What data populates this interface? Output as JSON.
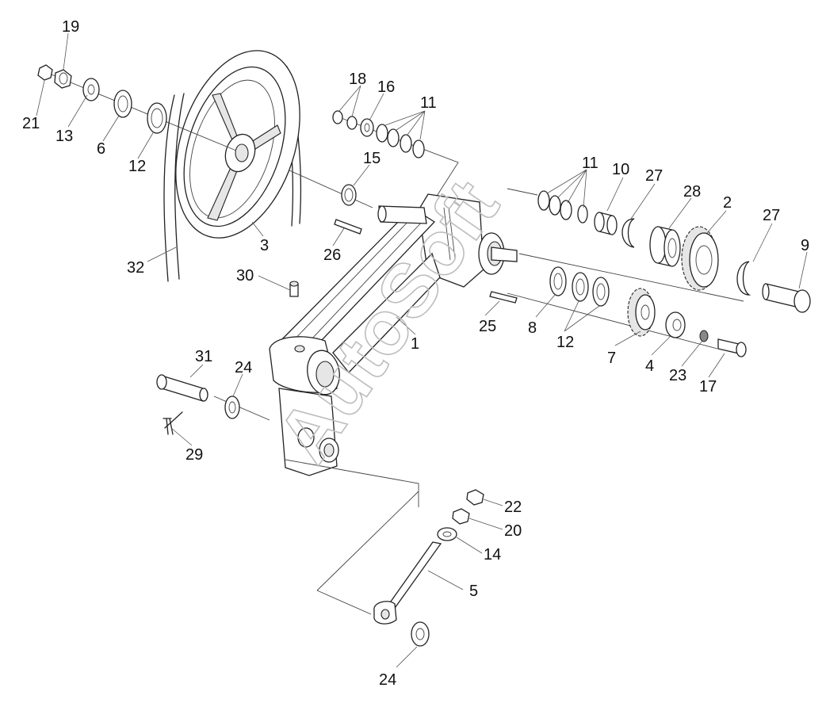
{
  "watermark": "AutoSoft",
  "callouts": [
    "1",
    "2",
    "3",
    "4",
    "5",
    "6",
    "7",
    "8",
    "9",
    "10",
    "11",
    "11",
    "12",
    "12",
    "13",
    "14",
    "15",
    "16",
    "17",
    "18",
    "19",
    "20",
    "21",
    "22",
    "23",
    "24",
    "24",
    "25",
    "26",
    "27",
    "27",
    "28",
    "29",
    "30",
    "31",
    "32"
  ]
}
